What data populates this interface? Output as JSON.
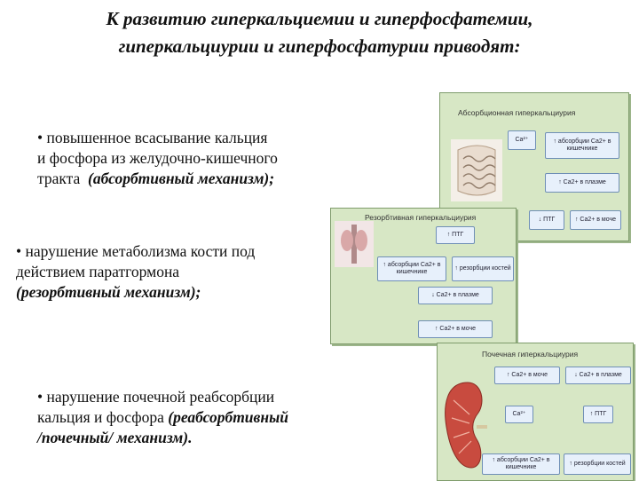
{
  "title": {
    "line1": "К развитию гиперкальциемии и гиперфосфатемии,",
    "line2": "гиперкальциурии и гиперфосфатурии приводят:"
  },
  "bullets": [
    {
      "line1": "• повышенное всасывание кальция",
      "line2": "и фосфора из желудочно-кишечного",
      "line3_plain": "тракта  ",
      "line3_em": "(абсорбтивный механизм);"
    },
    {
      "line1": "• нарушение метаболизма кости под",
      "line2": "действием паратгормона",
      "line3_em": "(резорбтивный механизм);"
    },
    {
      "line1": "• нарушение почечной реабсорбции",
      "line2_plain": "кальция и фосфора ",
      "line2_em": "(реабсорбтивный",
      "line3_em": "/почечный/ механизм)."
    }
  ],
  "panels": {
    "absorptive": {
      "title": "Абсорбционная гиперкальциурия",
      "boxes": {
        "ca": "Ca²⁺",
        "absorb": "↑ абсорбции Ca2+ в кишечнике",
        "plasma": "↑ Ca2+ в плазме",
        "ptg": "↓ ПТГ",
        "urine": "↑ Ca2+ в моче"
      }
    },
    "resorptive": {
      "title": "Резорбтивная гиперкальциурия",
      "boxes": {
        "ptg": "↑ ПТГ",
        "absorb": "↑ абсорбции Ca2+ в кишечнике",
        "resorb": "↑ резорбции костей",
        "plasma": "↓ Ca2+ в плазме",
        "urine": "↑ Ca2+ в моче"
      }
    },
    "renal": {
      "title": "Почечная гиперкальциурия",
      "boxes": {
        "urine": "↑ Ca2+ в моче",
        "plasma": "↓ Ca2+ в плазме",
        "ca": "Ca²⁺",
        "ptg": "↑ ПТГ",
        "absorb": "↑ абсорбции Ca2+ в кишечнике",
        "resorb": "↑ резорбции костей"
      }
    }
  },
  "colors": {
    "panel_bg": "#d7e7c5",
    "box_bg": "#e7f0fb",
    "box_border": "#6f8fb6"
  }
}
